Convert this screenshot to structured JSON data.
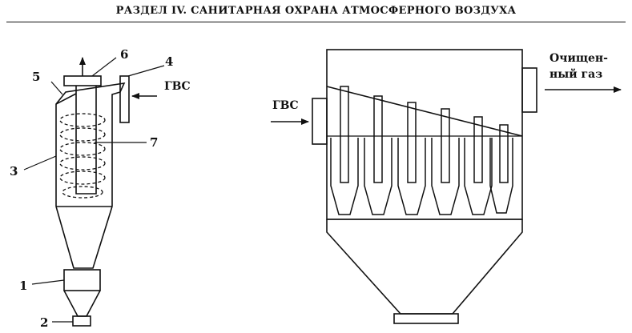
{
  "header": {
    "title": "РАЗДЕЛ IV. САНИТАРНАЯ ОХРАНА АТМОСФЕРНОГО ВОЗДУХА"
  },
  "cyclone": {
    "labels": [
      "1",
      "2",
      "3",
      "4",
      "5",
      "6",
      "7"
    ],
    "inlet_label": "ГВС"
  },
  "battery_cyclone": {
    "inlet_label": "ГВС",
    "outlet_label_line1": "Очищен-",
    "outlet_label_line2": "ный газ"
  }
}
